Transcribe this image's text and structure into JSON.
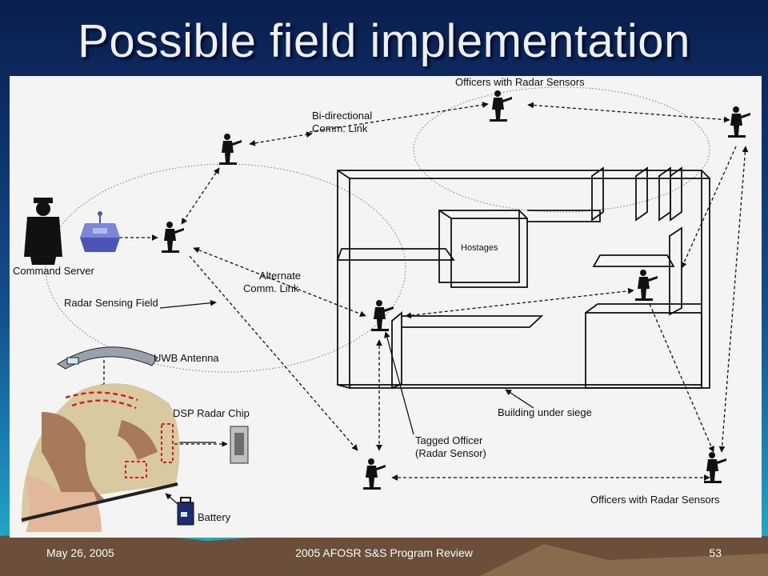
{
  "slide": {
    "title": "Possible field implementation",
    "footer_date": "May 26, 2005",
    "footer_center": "2005 AFOSR S&S Program Review",
    "page_number": "53"
  },
  "diagram": {
    "labels": {
      "officers_top": "Officers with Radar Sensors",
      "bidirectional_line1": "Bi-directional",
      "bidirectional_line2": "Comm. Link",
      "command_server": "Command Server",
      "alternate_line1": "Alternate",
      "alternate_line2": "Comm. Link",
      "radar_field": "Radar Sensing Field",
      "hostages": "Hostages",
      "uwb_antenna": "UWB Antenna",
      "dsp_chip": "DSP Radar Chip",
      "building": "Building under siege",
      "tagged_line1": "Tagged Officer",
      "tagged_line2": "(Radar Sensor)",
      "battery": "Battery",
      "officers_bottom": "Officers with Radar Sensors"
    },
    "colors": {
      "helmet_marker": "#d42020",
      "ink": "#111111"
    },
    "icons": [
      "soldier-icon",
      "command-server-person-icon",
      "server-icon",
      "helmet-icon",
      "antenna-icon",
      "chip-icon",
      "battery-icon"
    ]
  }
}
